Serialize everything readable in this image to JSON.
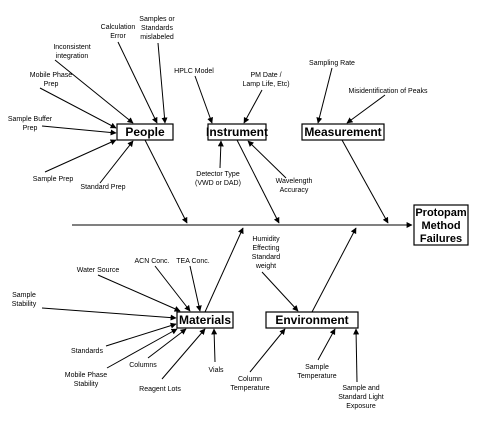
{
  "effect": [
    "Protopam",
    "Method",
    "Failures"
  ],
  "categories": {
    "people": "People",
    "instrument": "Instrument",
    "measurement": "Measurement",
    "materials": "Materials",
    "environment": "Environment"
  },
  "causes": {
    "calculation_error": [
      "Calculation",
      "Error"
    ],
    "samples_mislabeled": [
      "Samples or",
      "Standards",
      "mislabeled"
    ],
    "inconsistent_integration": [
      "Inconsistent",
      "integration"
    ],
    "mobile_phase_prep": [
      "Mobile Phase",
      "Prep"
    ],
    "sample_buffer_prep": [
      "Sample Buffer",
      "Prep"
    ],
    "sample_prep": [
      "Sample Prep"
    ],
    "standard_prep": [
      "Standard Prep"
    ],
    "hplc_model": [
      "HPLC Model"
    ],
    "pm_date": [
      "PM Date /",
      "Lamp Life, Etc)"
    ],
    "detector_type": [
      "Detector Type",
      "(VWD or DAD)"
    ],
    "wavelength_accuracy": [
      "Wavelength",
      "Accuracy"
    ],
    "sampling_rate": [
      "Sampling Rate"
    ],
    "misidentification": [
      "Misidentification of Peaks"
    ],
    "acn_conc": [
      "ACN Conc."
    ],
    "tea_conc": [
      "TEA Conc."
    ],
    "water_source": [
      "Water Source"
    ],
    "sample_stability": [
      "Sample",
      "Stability"
    ],
    "standards": [
      "Standards"
    ],
    "mobile_phase_stability": [
      "Mobile Phase",
      "Stability"
    ],
    "columns": [
      "Columns"
    ],
    "reagent_lots": [
      "Reagent Lots"
    ],
    "vials": [
      "Vials"
    ],
    "humidity": [
      "Humidity",
      "Effecting",
      "Standard",
      "weight"
    ],
    "column_temperature": [
      "Column",
      "Temperature"
    ],
    "sample_temperature": [
      "Sample",
      "Temperature"
    ],
    "sample_standard_light": [
      "Sample and",
      "Standard Light",
      "Exposure"
    ]
  }
}
